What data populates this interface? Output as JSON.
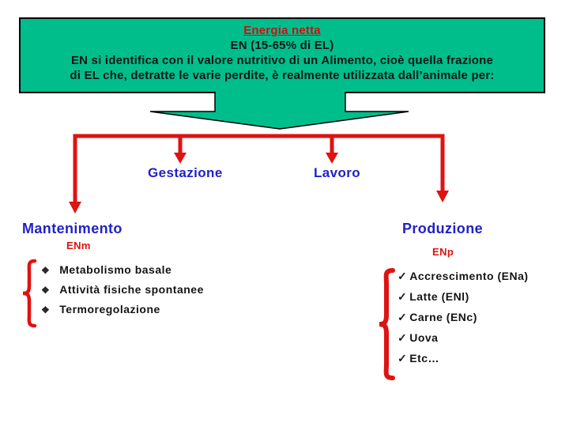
{
  "colors": {
    "green": "#00BE8C",
    "red": "#E01212",
    "darkred": "#C41414",
    "blue": "#2121C8",
    "ink": "#141414"
  },
  "header": {
    "title": "Energia netta",
    "subtitle": "EN (15-65% di EL)",
    "body_line1": "EN si identifica con il valore nutritivo di un Alimento, cioè quella frazione",
    "body_line2": "di EL che, detratte le varie perdite, è realmente utilizzata dall’animale per:"
  },
  "branches": {
    "gestazione_label": "Gestazione",
    "lavoro_label": "Lavoro",
    "mantenimento_label": "Mantenimento",
    "mantenimento_code": "ENm",
    "produzione_label": "Produzione",
    "produzione_code": "ENp"
  },
  "maintenance": {
    "bullet_icon": "❖",
    "items": [
      "Metabolismo basale",
      "Attività fisiche spontanee",
      "Termoregolazione"
    ]
  },
  "production": {
    "check_icon": "✓",
    "items": [
      "Accrescimento (ENa)",
      "Latte (ENl)",
      "Carne (ENc)",
      "Uova",
      "Etc…"
    ]
  }
}
